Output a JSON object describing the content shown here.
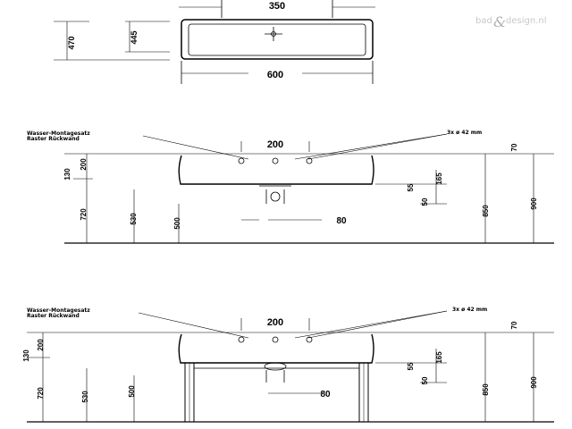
{
  "watermark": {
    "part1": "bad",
    "amp": "&",
    "part2": "design.nl"
  },
  "top_view": {
    "width_top": "350",
    "width_bottom": "600",
    "depth_outer": "470",
    "depth_inner": "445"
  },
  "front_view_1": {
    "note_line1": "Wasser-Montagesatz",
    "note_line2": "Raster Rückwand",
    "hole_spacing": "200",
    "holes_note": "3x ø 42 mm",
    "h_130": "130",
    "h_200": "200",
    "h_720": "720",
    "h_530": "530",
    "h_500": "500",
    "h_55": "55",
    "h_165": "165",
    "h_50": "50",
    "h_850": "850",
    "h_900": "900",
    "h_70": "70",
    "w_80": "80"
  },
  "front_view_2": {
    "note_line1": "Wasser-Montagesatz",
    "note_line2": "Raster Rückwand",
    "hole_spacing": "200",
    "holes_note": "3x ø 42 mm",
    "h_130": "130",
    "h_200": "200",
    "h_720": "720",
    "h_530": "530",
    "h_500": "500",
    "h_55": "55",
    "h_165": "165",
    "h_50": "50",
    "h_850": "850",
    "h_900": "900",
    "h_70": "70",
    "w_80": "80"
  }
}
